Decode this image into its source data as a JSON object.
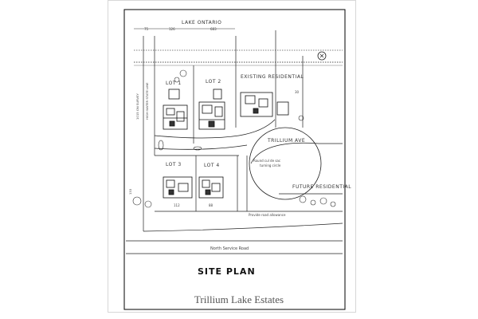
{
  "plan": {
    "lake_label": "LAKE ONTARIO",
    "dim_top_1": "75",
    "dim_top_2": "126",
    "dim_top_3": "683",
    "lot1": "LOT 1",
    "lot2": "LOT 2",
    "lot3": "LOT 3",
    "lot4": "LOT 4",
    "existing_residential": "EXISTING RESIDENTIAL",
    "future_residential": "FUTURE RESIDENTIAL",
    "street": "TRILLIUM AVE",
    "cul_de_sac": "Round cul de sac",
    "cul_de_sac_2": "turning circle",
    "north_service_road": "North Service Road",
    "setback_label": "1015 ON SURVEY",
    "setback_label_2": "HIGH WATER STATE LINE",
    "dim_left": "133",
    "dim_lot3": "112",
    "dim_lot4": "88",
    "existing_lot_dim": "30",
    "note_bottom": "Provide road allowance",
    "title": "SITE PLAN"
  },
  "caption": "Trillium Lake Estates"
}
